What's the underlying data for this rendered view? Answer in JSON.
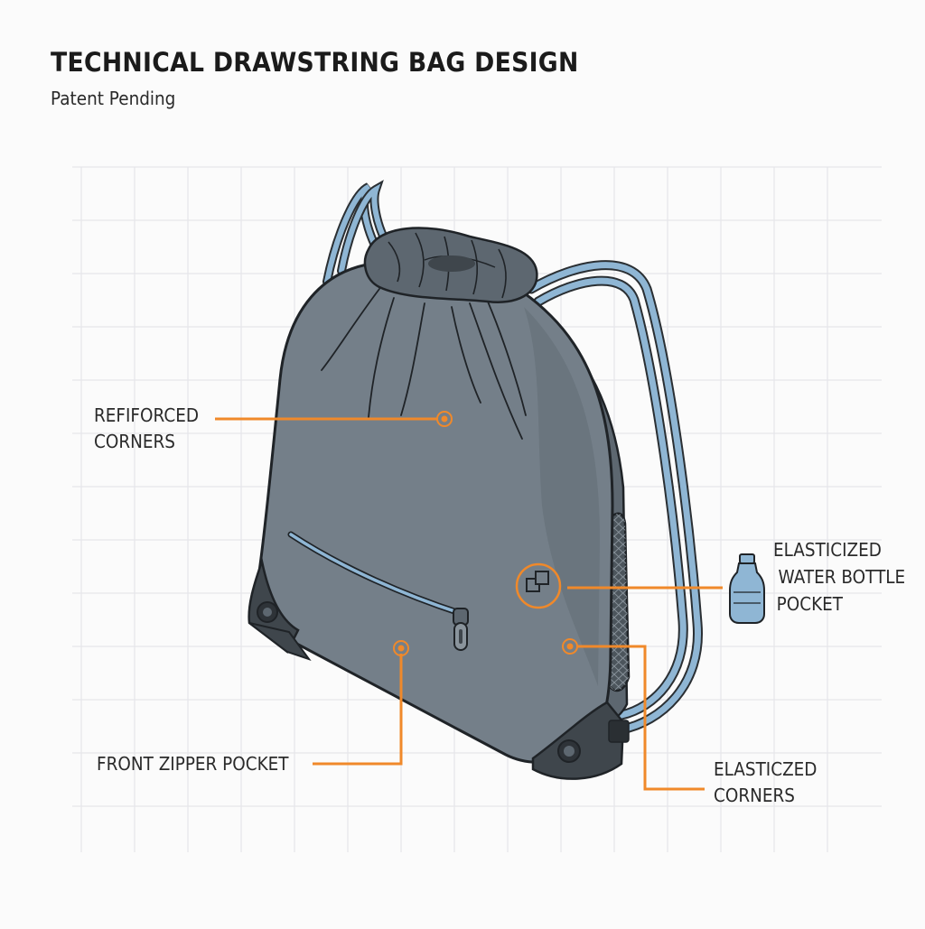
{
  "header": {
    "title": "TECHNICAL DRAWSTRING BAG DESIGN",
    "subtitle": "Patent Pending"
  },
  "callouts": {
    "reinforced_corners": {
      "line1": "REFIFORCED",
      "line2": "CORNERS"
    },
    "front_zipper_pocket": {
      "line1": "FRONT ZIPPER POCKET"
    },
    "water_bottle_pocket": {
      "line1": "ELASTICIZED",
      "line2": "WATER BOTTLE",
      "line3": "POCKET"
    },
    "elasticized_corners": {
      "line1": "ELASTICZED",
      "line2": "CORNERS"
    }
  },
  "icons": {
    "bag": "drawstring-bag-icon",
    "bottle": "water-bottle-icon",
    "feature_marker": "overlapping-squares-icon"
  },
  "colors": {
    "accent": "#f0892a",
    "bag_body": "#747f89",
    "bag_shade": "#5d6770",
    "bag_dark": "#3f464c",
    "cord": "#8fb6d4",
    "grid": "#e6e6ea",
    "outline": "#1f2327"
  }
}
